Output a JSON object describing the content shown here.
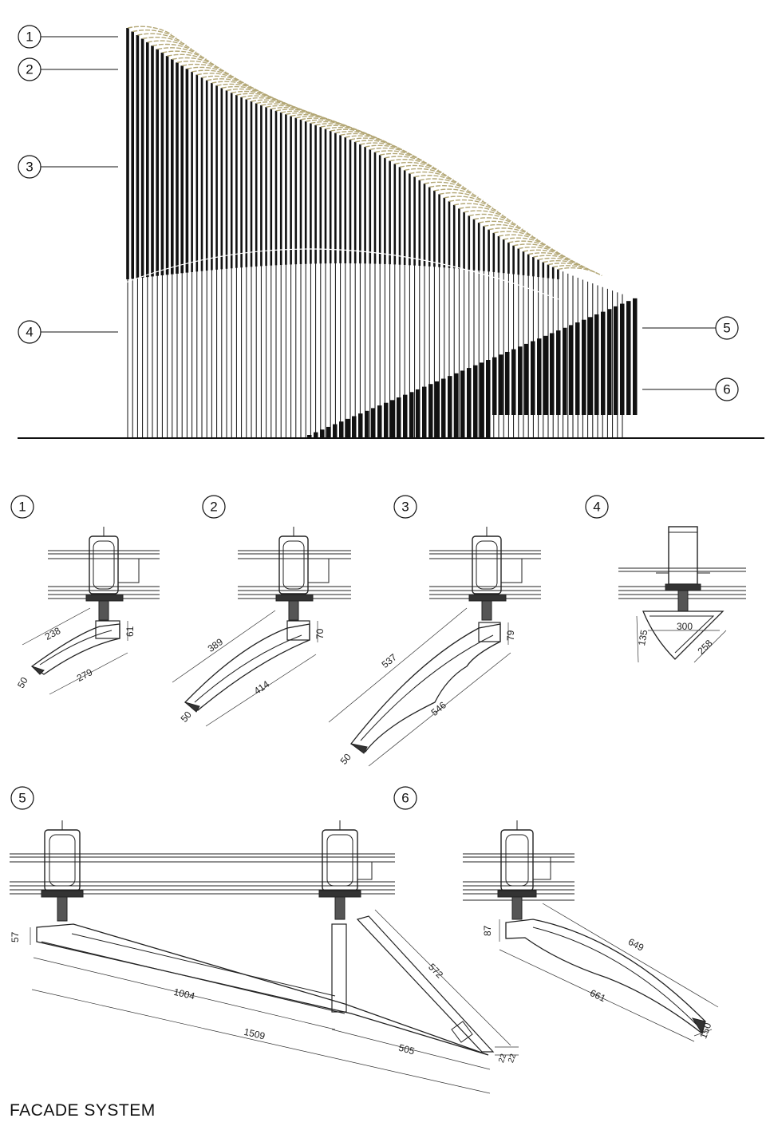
{
  "elevation": {
    "callouts": [
      "1",
      "2",
      "3",
      "4",
      "5",
      "6"
    ]
  },
  "details": [
    {
      "number": "1",
      "dims": [
        "238",
        "61",
        "279",
        "50"
      ]
    },
    {
      "number": "2",
      "dims": [
        "389",
        "70",
        "414",
        "50"
      ]
    },
    {
      "number": "3",
      "dims": [
        "537",
        "79",
        "546",
        "50"
      ]
    },
    {
      "number": "4",
      "dims": [
        "300",
        "135",
        "258"
      ]
    },
    {
      "number": "5",
      "dims": [
        "57",
        "1004",
        "1509",
        "572",
        "505",
        "22",
        "22"
      ]
    },
    {
      "number": "6",
      "dims": [
        "87",
        "649",
        "661",
        "150"
      ]
    }
  ],
  "caption": "FACADE SYSTEM",
  "colors": {
    "ink": "#111111",
    "fin_tip": "#b3a776",
    "line": "#333333"
  }
}
